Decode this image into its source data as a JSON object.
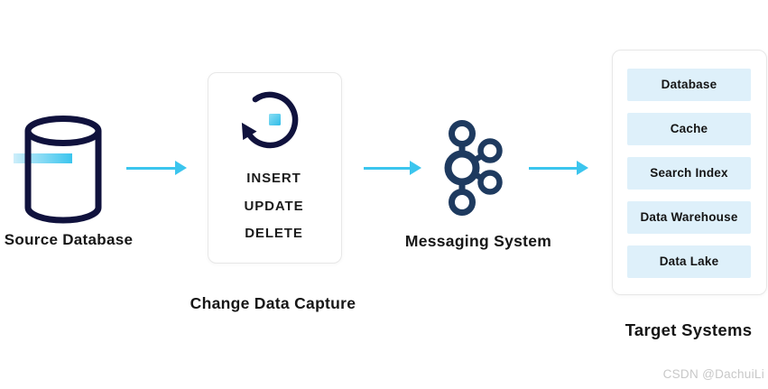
{
  "source": {
    "label": "Source Database"
  },
  "cdc": {
    "label": "Change Data Capture",
    "operations": [
      "INSERT",
      "UPDATE",
      "DELETE"
    ]
  },
  "messaging": {
    "label": "Messaging System"
  },
  "targets": {
    "label": "Target Systems",
    "items": [
      "Database",
      "Cache",
      "Search Index",
      "Data Warehouse",
      "Data Lake"
    ]
  },
  "watermark": "CSDN @DachuiLi",
  "icons": {
    "source": "database-cylinder-icon",
    "cdc": "rotate-refresh-icon",
    "messaging": "kafka-icon"
  },
  "colors": {
    "icon_navy": "#10123d",
    "kafka_navy": "#1e3a5f",
    "arrow_cyan": "#3bc5ee",
    "row_bg": "#def0fa",
    "text": "#1c1c1c",
    "watermark": "#c8c8c8",
    "card_border": "#e7e7e7"
  }
}
